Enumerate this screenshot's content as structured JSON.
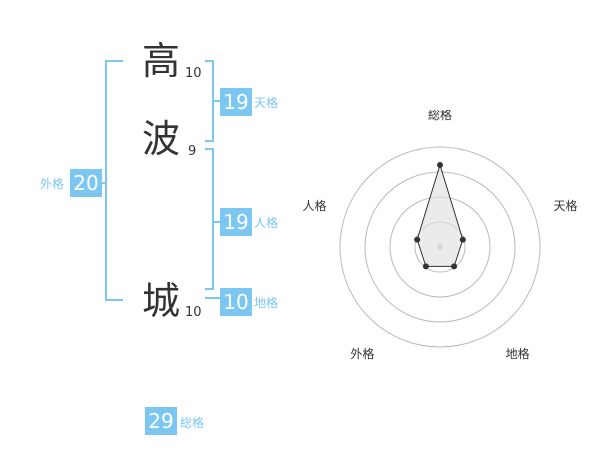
{
  "characters": [
    {
      "glyph": "高",
      "strokes": "10"
    },
    {
      "glyph": "波",
      "strokes": "9"
    },
    {
      "glyph": "城",
      "strokes": "10"
    }
  ],
  "fortunes": {
    "tenkaku": {
      "value": "19",
      "label": "天格"
    },
    "jinkaku": {
      "value": "19",
      "label": "人格"
    },
    "chikaku": {
      "value": "10",
      "label": "地格"
    },
    "gaikaku": {
      "value": "20",
      "label": "外格"
    },
    "soukaku": {
      "value": "29",
      "label": "総格"
    }
  },
  "chart_data": {
    "type": "radar",
    "axes": [
      "総格",
      "天格",
      "地格",
      "外格",
      "人格"
    ],
    "values": [
      0.82,
      0.24,
      0.24,
      0.24,
      0.24
    ],
    "rings": 4,
    "colors": {
      "accent": "#7cc6f2",
      "polygon_fill": "#dddddd",
      "polygon_stroke": "#333333",
      "grid": "#bbbbbb"
    }
  }
}
